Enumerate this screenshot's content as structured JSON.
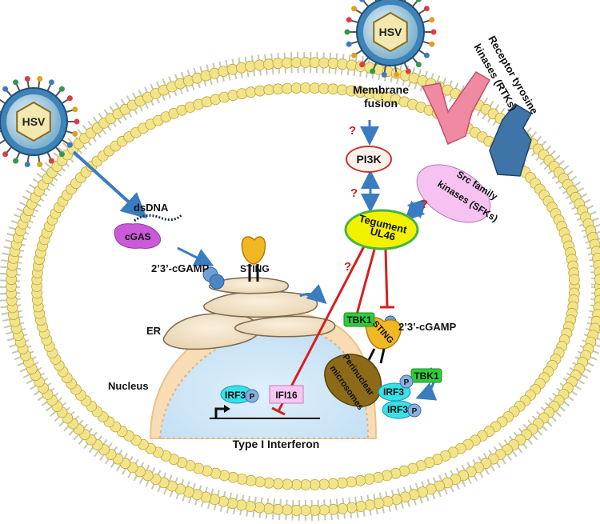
{
  "labels": {
    "hsv": "HSV",
    "membrane_fusion_1": "Membrane",
    "membrane_fusion_2": "fusion",
    "rtk_1": "Receptor tyrosine",
    "rtk_2": "kinases (RTKs)",
    "pi3k": "PI3K",
    "sfk_1": "Src family",
    "sfk_2": "kinases (SFKs)",
    "tegument_1": "Tegument",
    "tegument_2": "UL46",
    "dsdna": "dsDNA",
    "cgas": "cGAS",
    "cgamp": "2’3’-cGAMP",
    "sting": "STING",
    "er": "ER",
    "nucleus": "Nucleus",
    "tbk1": "TBK1",
    "perinuclear_1": "Perinuclear",
    "perinuclear_2": "microsomes",
    "irf3": "IRF3",
    "p": "P",
    "ifi16": "IFI16",
    "type1_ifn": "Type I Interferon",
    "question": "?"
  },
  "colors": {
    "membrane_head": "#f3e48a",
    "membrane_tail": "#b9b9a2",
    "virus_capsid": "#6ea8c8",
    "tegument_fill": "#f2f200",
    "tegument_border": "#46b446",
    "sfk_fill": "#f6c2f2",
    "pi3k_border": "#c0392b",
    "tbk1_fill": "#2ecc3e",
    "ifi16_fill": "#f7c6f2",
    "irf3_fill": "#38e0e8",
    "sting_fill": "#f2b824",
    "microsome_fill": "#8b6a18",
    "nucleus_fill": "#fbe6c6",
    "inhibit_line": "#d42020",
    "arrow_blue": "#3a7cc0"
  }
}
